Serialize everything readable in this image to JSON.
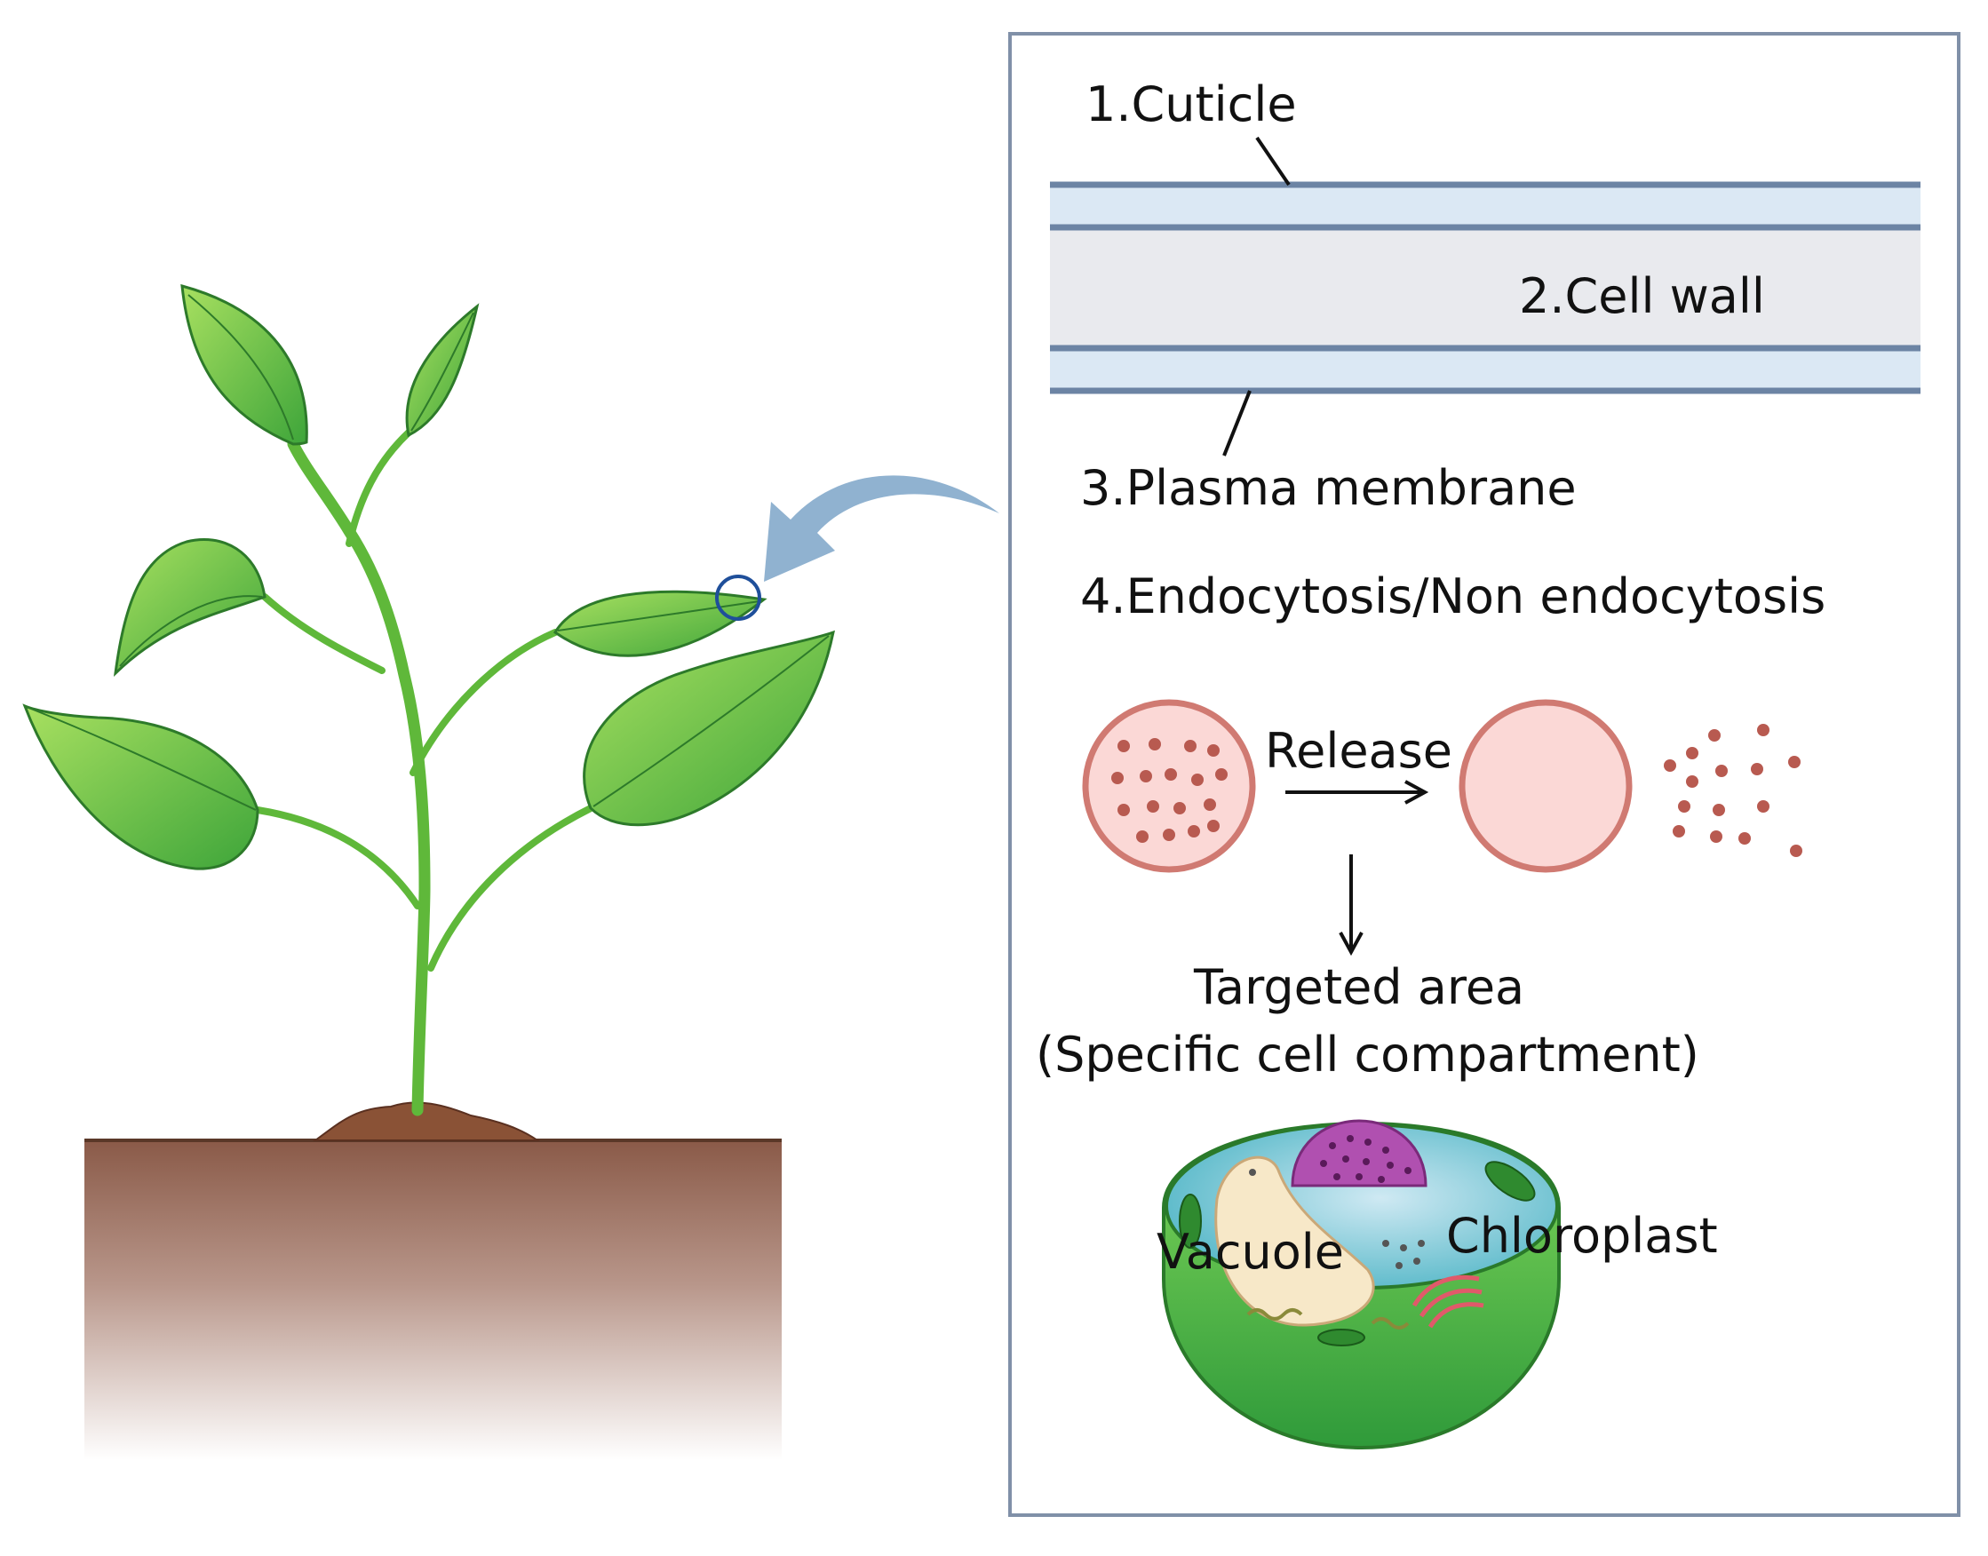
{
  "labels": {
    "cuticle": "1.Cuticle",
    "cell_wall": "2.Cell wall",
    "plasma_membrane": "3.Plasma membrane",
    "uptake": "4.Endocytosis/Non endocytosis",
    "release": "Release",
    "targeted_area": "Targeted area",
    "targeted_area_sub": "(Specific cell compartment)",
    "vacuole": "Vacuole",
    "chloroplast": "Chloroplast"
  },
  "colors": {
    "panel_border": "#8090a8",
    "membrane_line": "#6c84a4",
    "cuticle_fill": "#dbe8f4",
    "wall_fill": "#e9eaee",
    "vesicle_fill": "#fbd8d6",
    "vesicle_stroke": "#d07a72",
    "particle": "#b85a50",
    "arrow_blue": "#90b2d0",
    "leaf_green": "#6cc24a",
    "stem_green": "#7ac943",
    "soil_top": "#8a5a48",
    "nucleus": "#b050b0"
  },
  "icons": {
    "plant": "plant-seedling",
    "soil": "soil-block",
    "pointer_arrow": "curved-arrow-left",
    "vesicle_loaded": "nanoparticle-loaded-vesicle",
    "vesicle_empty": "empty-vesicle",
    "cell": "plant-cell"
  }
}
